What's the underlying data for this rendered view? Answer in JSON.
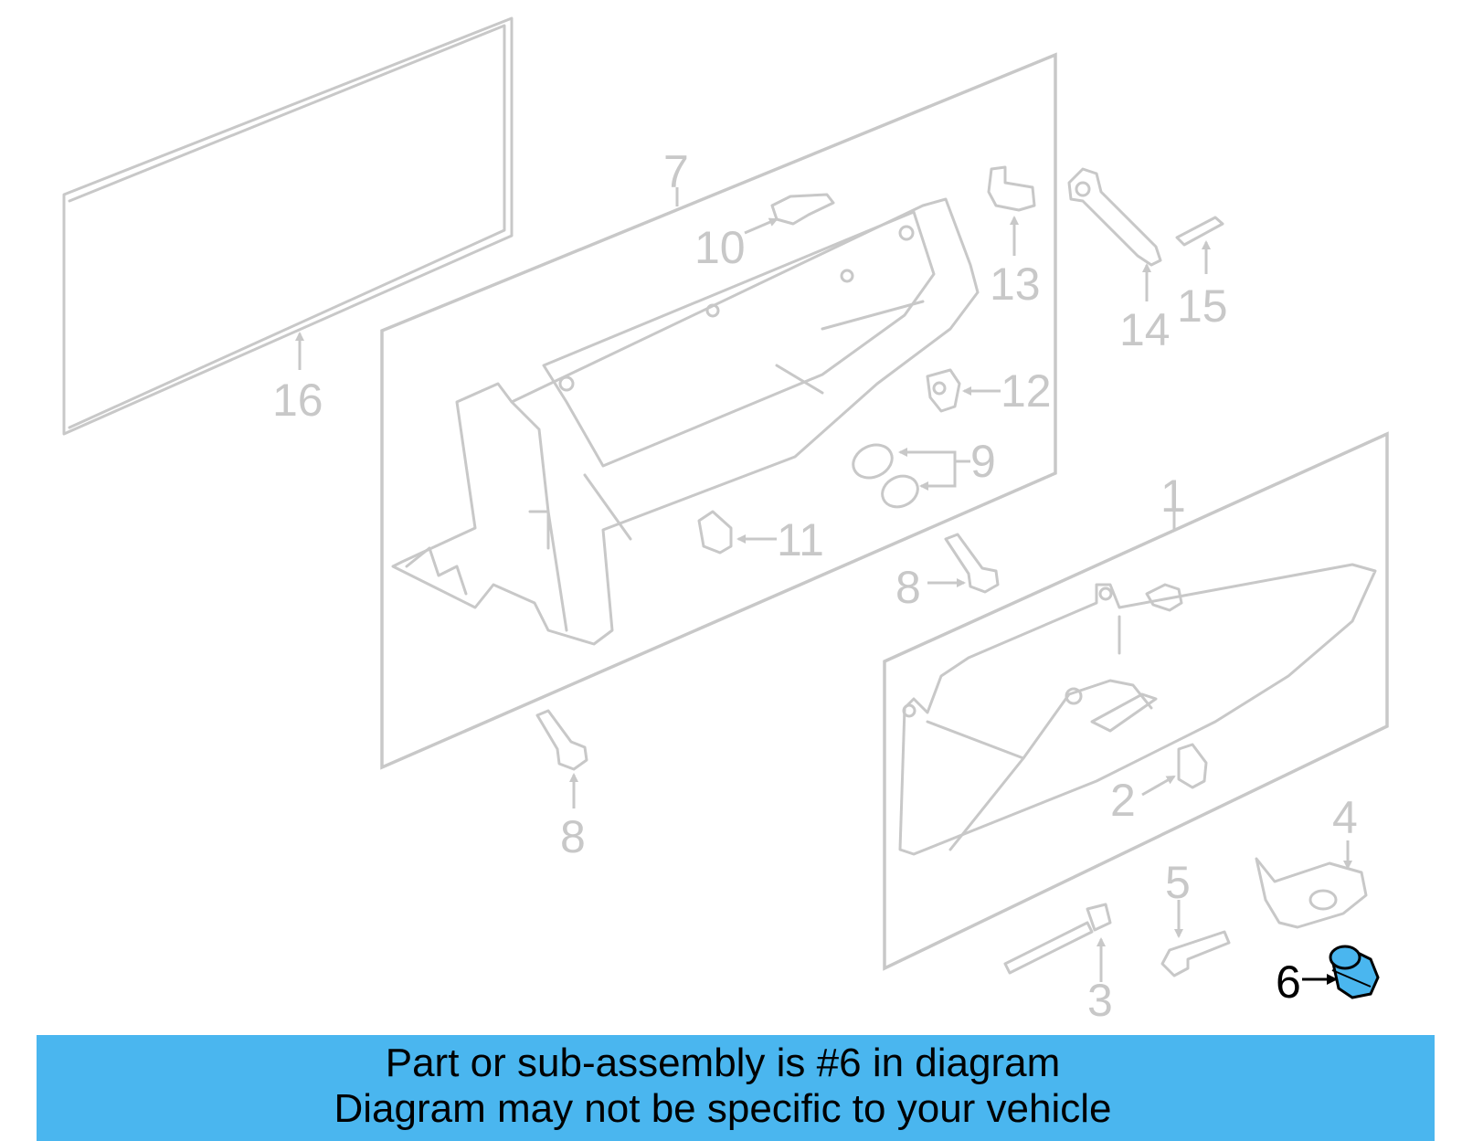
{
  "highlight_color": "#4ab6ef",
  "highlighted_part": "6",
  "callouts": {
    "c1": "1",
    "c2": "2",
    "c3": "3",
    "c4": "4",
    "c5": "5",
    "c6": "6",
    "c7": "7",
    "c8a": "8",
    "c8b": "8",
    "c9": "9",
    "c10": "10",
    "c11": "11",
    "c12": "12",
    "c13": "13",
    "c14": "14",
    "c15": "15",
    "c16": "16"
  },
  "banner": {
    "line1": "Part or sub-assembly is #6 in diagram",
    "line2": "Diagram may not be specific to your vehicle"
  }
}
